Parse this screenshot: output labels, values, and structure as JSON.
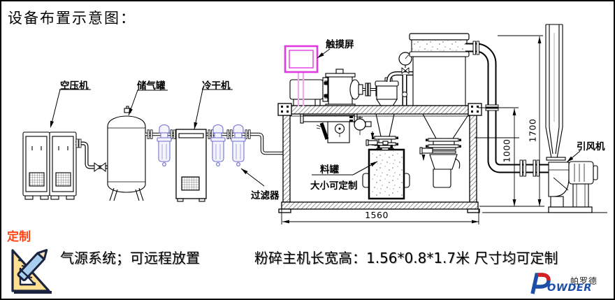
{
  "title": "设备布置示意图：",
  "equipment_labels": {
    "air_compressor": "空压机",
    "air_tank": "储气罐",
    "cold_dryer": "冷干机",
    "filter": "过滤器",
    "touch_screen": "触摸屏",
    "material_tank": "料罐",
    "material_tank_note": "大小可定制",
    "draft_fan": "引风机"
  },
  "dimensions": {
    "frame_width": "1560",
    "duct_height": "1000",
    "total_height": "1700"
  },
  "footer": {
    "custom_tag": "定制",
    "air_note": "气源系统；可远程放置",
    "machine_note": "粉碎主机长宽高：1.56*0.8*1.7米 尺寸均可定制"
  },
  "logo": {
    "initial": "P",
    "brand_cn": "帕罗德",
    "brand_en_rest": "OWDER"
  },
  "icons": {
    "footer_icon": "ruler-pencil-icon",
    "logo_icon": "powder-p-logo"
  },
  "colors": {
    "screen_magenta": "#e23ae2",
    "stand_pink": "#f0a8ee",
    "filter_blue": "#7070d4",
    "accent_red": "#ff4411",
    "logo_blue": "#1d4fa8",
    "logo_red": "#d62020"
  }
}
